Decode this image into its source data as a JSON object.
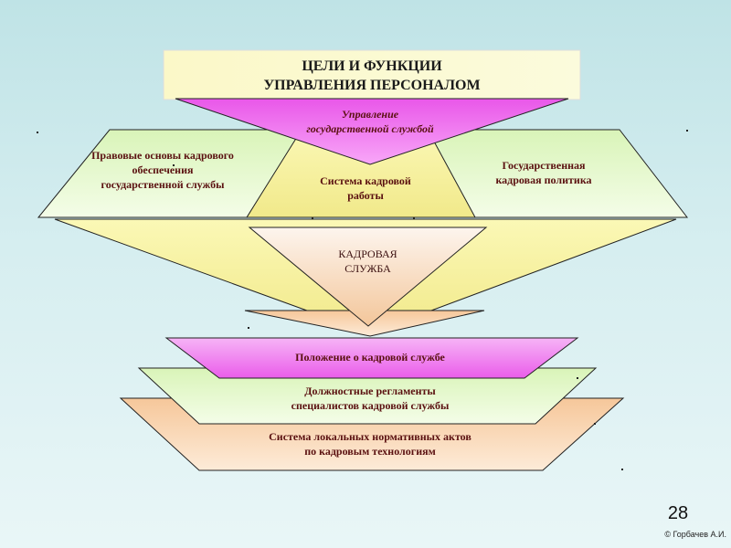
{
  "title": {
    "line1": "ЦЕЛИ И ФУНКЦИИ",
    "line2": "УПРАВЛЕНИЯ ПЕРСОНАЛОМ"
  },
  "top_triangle": {
    "text": "Управление\nгосударственной службой"
  },
  "left_block": {
    "text": "Правовые основы кадрового\nобеспечения\nгосударственной службы"
  },
  "center_block": {
    "text": "Система кадровой\nработы"
  },
  "right_block": {
    "text": "Государственная\nкадровая политика"
  },
  "hr_service": {
    "text": "КАДРОВАЯ\nСЛУЖБА"
  },
  "base_layers": {
    "layer1": "Положение о кадровой службе",
    "layer2": "Должностные регламенты\nспециалистов кадровой службы",
    "layer3": "Система локальных нормативных актов\nпо кадровым технологиям"
  },
  "page_number": "28",
  "copyright": "© Горбачев А.И.",
  "colors": {
    "title_fill": "#fbfbc8",
    "magenta": "#ee66ee",
    "yellow": "#f7f3a0",
    "green": "#e4f8cc",
    "peach": "#f9d8b4",
    "text": "#5a1010"
  }
}
